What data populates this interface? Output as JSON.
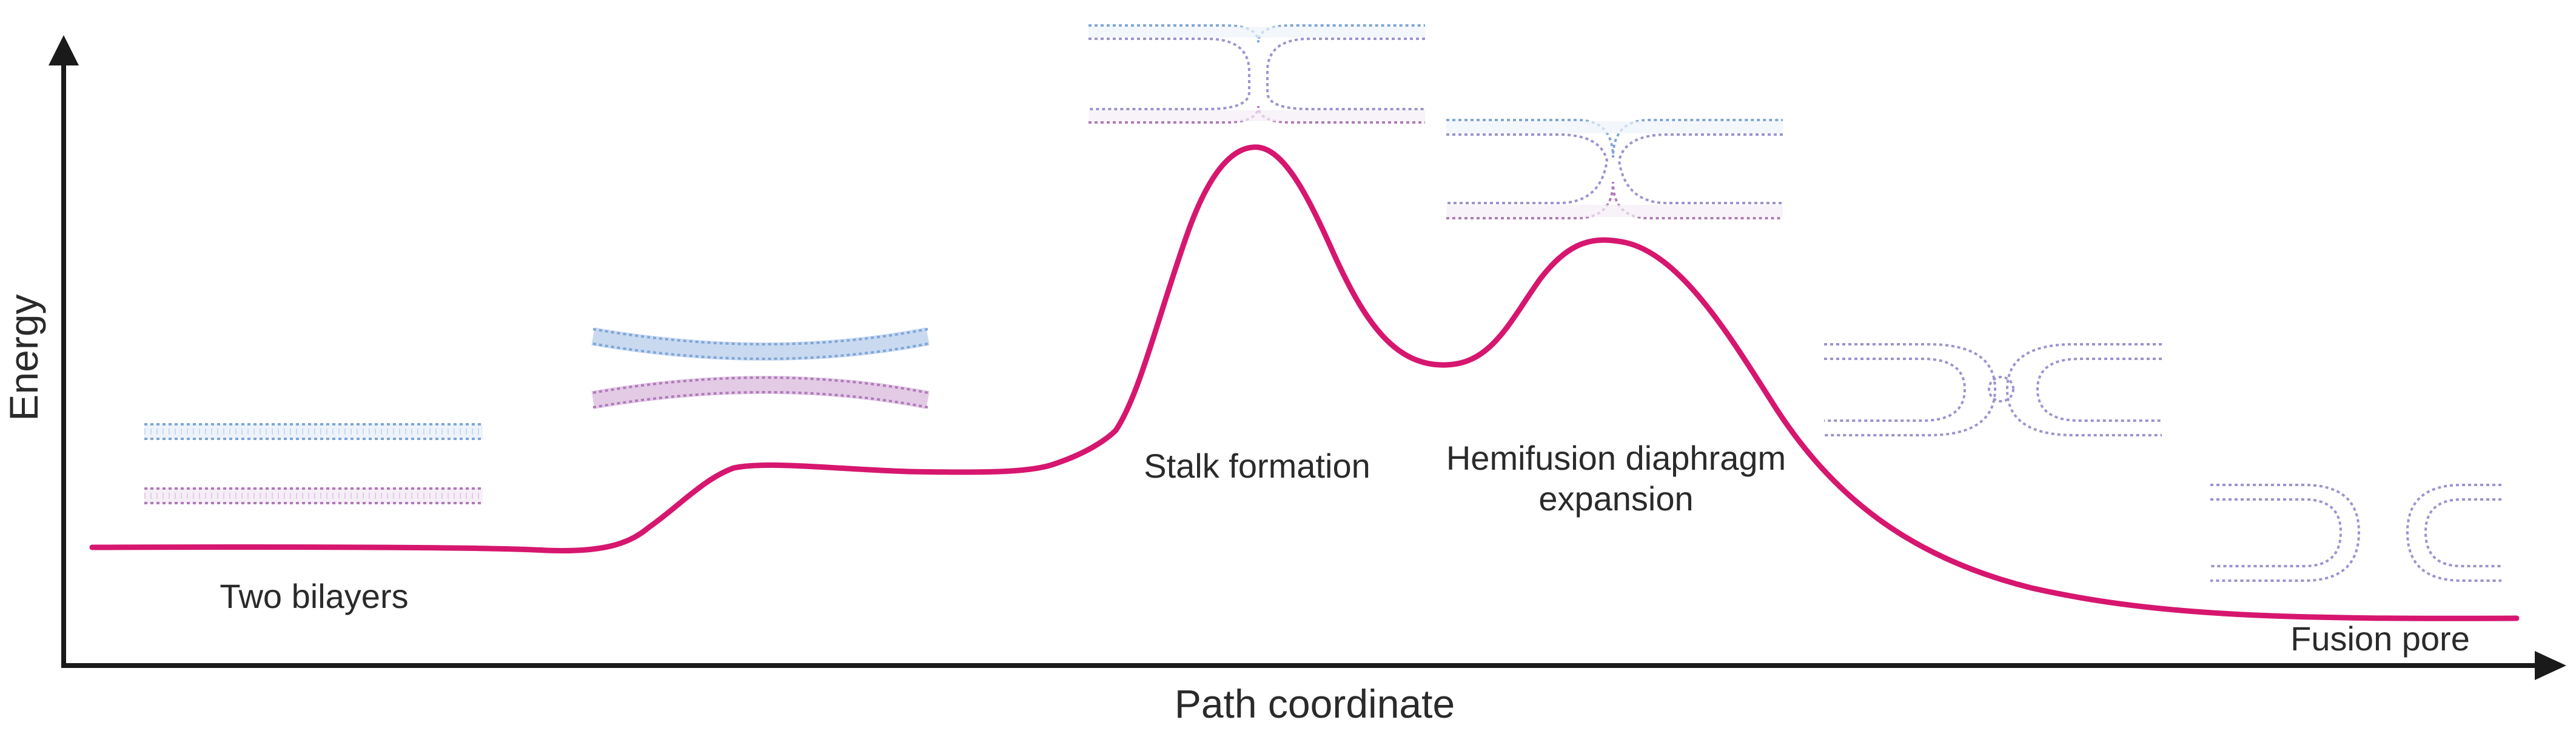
{
  "axes": {
    "y_label": "Energy",
    "x_label": "Path coordinate"
  },
  "stages": [
    {
      "label": "Two bilayers"
    },
    {
      "label": "Stalk formation"
    },
    {
      "label": "Hemifusion diaphragm",
      "label_line2": "expansion"
    },
    {
      "label": "Fusion pore"
    }
  ],
  "colors": {
    "curve": "#d6166f",
    "axis": "#1a1a1a",
    "membrane_top": "#7ea6d8",
    "membrane_bottom": "#b07ab8",
    "membrane_mixed": "#9b93cf"
  }
}
